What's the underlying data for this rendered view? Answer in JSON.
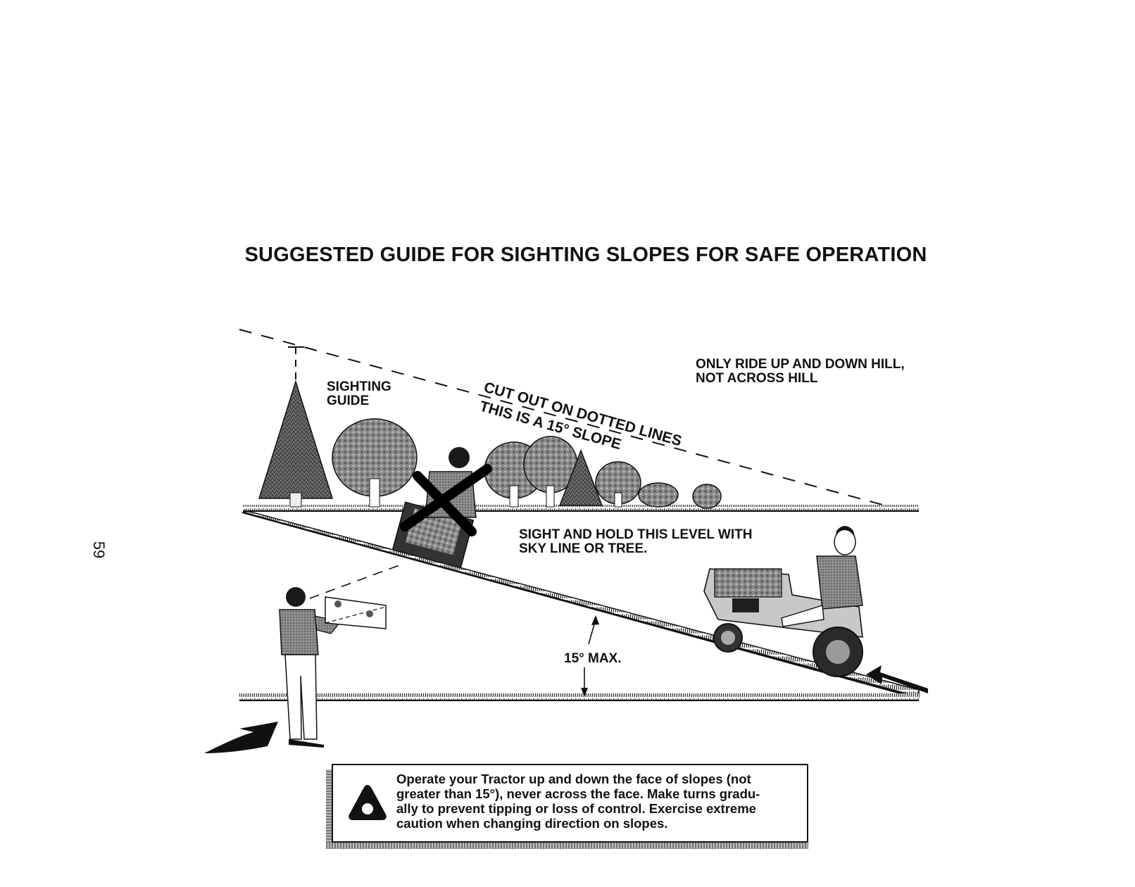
{
  "page": {
    "title": "SUGGESTED GUIDE FOR SIGHTING SLOPES FOR SAFE OPERATION",
    "page_number": "59"
  },
  "diagram": {
    "sighting_guide_label": "SIGHTING\nGUIDE",
    "cut_out_label": "CUT OUT ON DOTTED LINES",
    "slope_label": "THIS IS A 15° SLOPE",
    "instruction_top_right": "ONLY RIDE UP AND DOWN HILL,\nNOT ACROSS HILL",
    "sight_instruction": "SIGHT AND HOLD THIS LEVEL WITH\nSKY LINE OR TREE.",
    "max_angle_label": "15° MAX."
  },
  "caution": {
    "icon": "warning-triangle-icon",
    "text": "Operate your Tractor up and down the face of slopes (not\ngreater than 15°), never across the face. Make turns gradu-\nally to prevent tipping or loss of control. Exercise extreme\ncaution when changing direction on slopes."
  }
}
